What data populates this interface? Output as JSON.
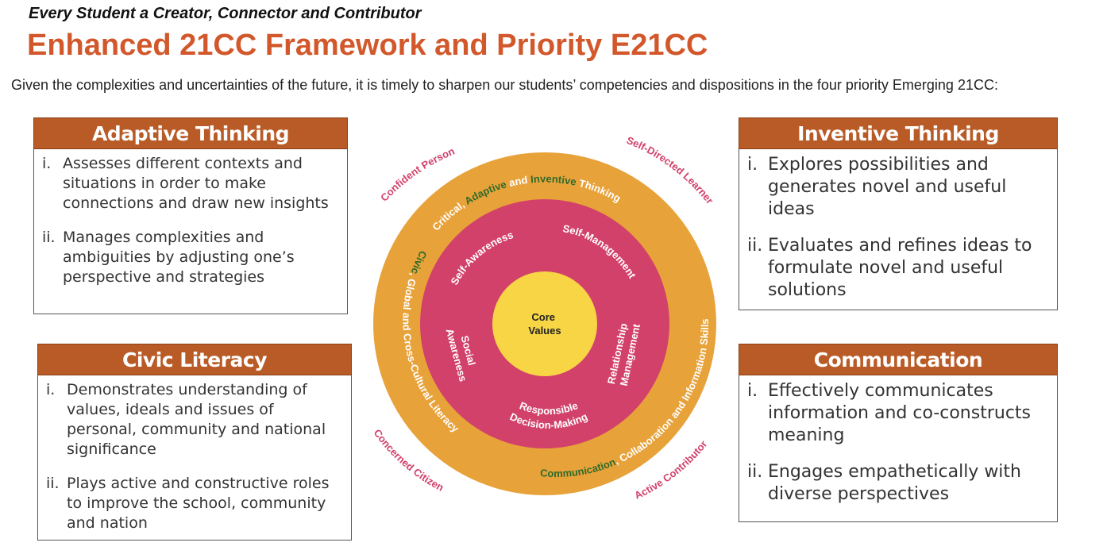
{
  "header": {
    "subtitle": "Every Student a Creator, Connector and Contributor",
    "title": "Enhanced 21CC Framework and Priority E21CC",
    "intro": "Given the complexities and uncertainties of the future, it is timely to sharpen our students’ competencies and dispositions in the four priority Emerging 21CC:"
  },
  "cards": {
    "adaptive": {
      "heading": "Adaptive Thinking",
      "items": [
        {
          "num": "i.",
          "text": "Assesses different contexts and situations in order to make connections and draw new insights"
        },
        {
          "num": "ii.",
          "text": "Manages complexities and ambiguities by adjusting one’s perspective and strategies"
        }
      ]
    },
    "civic": {
      "heading": "Civic Literacy",
      "items": [
        {
          "num": "i.",
          "text": "Demonstrates understanding of values, ideals and issues of personal, community and national significance"
        },
        {
          "num": "ii.",
          "text": "Plays active and constructive roles to improve the school, community and nation"
        }
      ]
    },
    "inventive": {
      "heading": "Inventive Thinking",
      "items": [
        {
          "num": "i.",
          "text": "Explores possibilities and generates novel and useful ideas"
        },
        {
          "num": "ii.",
          "text": "Evaluates and refines ideas to formulate novel and useful solutions"
        }
      ]
    },
    "communication": {
      "heading": "Communication",
      "items": [
        {
          "num": "i.",
          "text": "Effectively communicates information and co-constructs meaning"
        },
        {
          "num": "ii.",
          "text": "Engages empathetically with diverse perspectives"
        }
      ]
    }
  },
  "wheel": {
    "core": [
      "Core",
      "Values"
    ],
    "inner": {
      "self_awareness": "Self-Awareness",
      "self_management": "Self-Management",
      "social_awareness": [
        "Social",
        "Awareness"
      ],
      "relationship_management": [
        "Relationship",
        "Management"
      ],
      "responsible_decision": [
        "Responsible",
        "Decision-Making"
      ]
    },
    "outer": {
      "critical_1": "Critical, ",
      "critical_2": "Adaptive",
      "critical_3": " and ",
      "critical_4": "Inventive",
      "critical_5": " Thinking",
      "civic_1": "Civic",
      "civic_2": ", Global and Cross-Cultural Literacy",
      "comm_1": "Communication",
      "comm_2": ", Collaboration and Information Skills"
    },
    "outcomes": {
      "confident": "Confident Person",
      "self_directed": "Self-Directed Learner",
      "concerned": "Concerned Citizen",
      "active": "Active Contributor"
    },
    "colors": {
      "outer_ring": "#e8a23a",
      "inner_ring": "#d2416a",
      "core": "#f7d545",
      "highlight": "#2f6b2a",
      "outcome_text": "#d2416a"
    }
  }
}
